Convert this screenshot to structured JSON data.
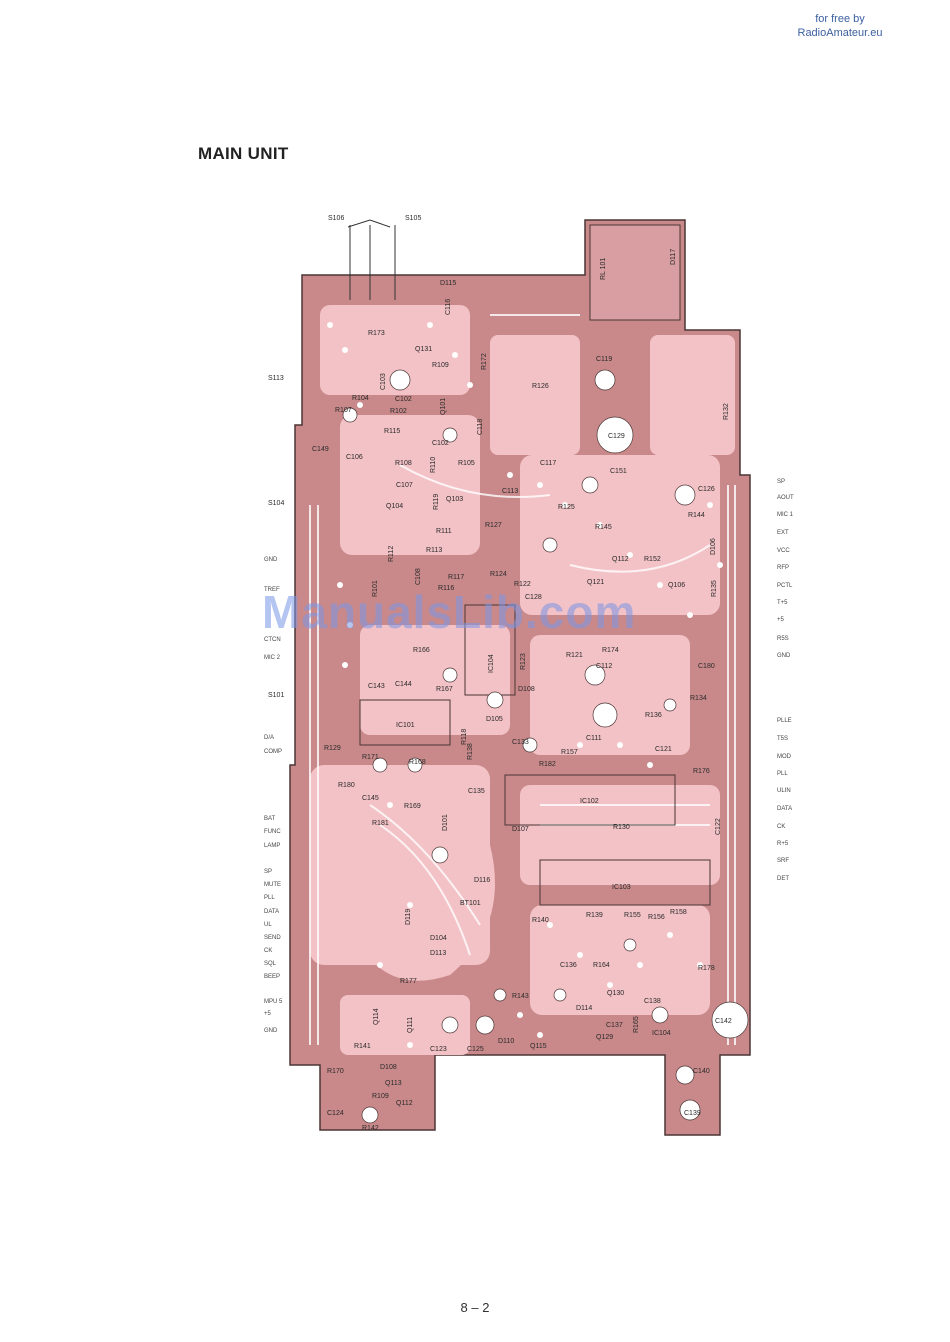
{
  "watermark": {
    "line1": "for free by",
    "line2": "RadioAmateur.eu"
  },
  "title": "MAIN UNIT",
  "site_mark": "ManualsLib.com",
  "page_number": "8 – 2",
  "colors": {
    "board": "#c9898a",
    "copper": "#f3c2c6",
    "pad": "#ffffff",
    "outline": "#4a3535"
  },
  "switches": {
    "s106": "S106",
    "s105": "S105",
    "s113": "S113",
    "s104": "S104",
    "s101": "S101"
  },
  "left_edge_labels": {
    "gnd1": "GND",
    "tref": "TREF",
    "ctcn": "CTCN",
    "mic2": "MIC 2",
    "da": "D/A",
    "comp": "COMP",
    "bat": "BAT",
    "func": "FUNC",
    "lamp": "LAMP",
    "sp": "SP",
    "mute": "MUTE",
    "pll": "PLL",
    "data": "DATA",
    "ul": "UL",
    "send": "SEND",
    "ck": "CK",
    "sql": "SQL",
    "beep": "BEEP",
    "mpu5": "MPU 5",
    "plus5": "+5",
    "gnd2": "GND"
  },
  "right_edge_labels": {
    "sp": "SP",
    "aout": "AOUT",
    "mic1": "MIC 1",
    "ext": "EXT",
    "vcc": "VCC",
    "rfp": "RFP",
    "pctl": "PCTL",
    "t5": "T+5",
    "plus5": "+5",
    "r5s": "R5S",
    "gnd": "GND",
    "plle": "PLLE",
    "t5s": "T5S",
    "mod": "MOD",
    "pll": "PLL",
    "ulin": "ULIN",
    "data": "DATA",
    "ck": "CK",
    "r5": "R+5",
    "srf": "SRF",
    "det": "DET"
  },
  "components": {
    "rl101": "RL 101",
    "d117": "D117",
    "d115": "D115",
    "c116": "C116",
    "r173": "R173",
    "q131": "Q131",
    "r109": "R109",
    "r172": "R172",
    "r126": "R126",
    "c119": "C119",
    "r132": "R132",
    "c103": "C103",
    "r104": "R104",
    "c102": "C102",
    "r107": "R107",
    "r102": "R102",
    "q101": "Q101",
    "r115": "R115",
    "c149": "C149",
    "c106": "C106",
    "c102b": "C102",
    "c118": "C118",
    "c129": "C129",
    "r108": "R108",
    "r110": "R110",
    "r105": "R105",
    "c117": "C117",
    "c107": "C107",
    "c151": "C151",
    "c126": "C126",
    "q104": "Q104",
    "r119": "R119",
    "q103": "Q103",
    "c113": "C113",
    "r127": "R127",
    "r125": "R125",
    "r144": "R144",
    "r111": "R111",
    "r145": "R145",
    "r112": "R112",
    "r113": "R113",
    "d106": "D106",
    "r124": "R124",
    "q112": "Q112",
    "r152": "R152",
    "r101": "R101",
    "c108": "C108",
    "r116": "R116",
    "r117": "R117",
    "r122": "R122",
    "c128": "C128",
    "q121": "Q121",
    "q106": "Q106",
    "r135": "R135",
    "r166": "R166",
    "ic104": "IC104",
    "r123": "R123",
    "r121": "R121",
    "c112": "C112",
    "r174": "R174",
    "c180": "C180",
    "c143": "C143",
    "c144": "C144",
    "r167": "R167",
    "d108": "D108",
    "ic101": "IC101",
    "d105": "D105",
    "r134": "R134",
    "r136": "R136",
    "c111": "C111",
    "c121": "C121",
    "r129": "R129",
    "r171": "R171",
    "r118": "R118",
    "r138": "R138",
    "c133": "C133",
    "r157": "R157",
    "r182": "R182",
    "r176": "R176",
    "r168": "R168",
    "r180": "R180",
    "c145": "C145",
    "c135": "C135",
    "ic102": "IC102",
    "r169": "R169",
    "r181": "R181",
    "d101": "D101",
    "d107": "D107",
    "r130": "R130",
    "c122": "C122",
    "d116": "D116",
    "ic103": "IC103",
    "d119": "D119",
    "bt101": "BT101",
    "r140": "R140",
    "r139": "R139",
    "r155": "R155",
    "r156": "R156",
    "r158": "R158",
    "d104": "D104",
    "d113": "D113",
    "c136": "C136",
    "r164": "R164",
    "r178": "R178",
    "r177": "R177",
    "q130": "Q130",
    "c138": "C138",
    "r143": "R143",
    "q114": "Q114",
    "d114": "D114",
    "q111": "Q111",
    "c137": "C137",
    "r165": "R165",
    "ic104b": "IC104",
    "c142": "C142",
    "r141": "R141",
    "c123": "C123",
    "c125": "C125",
    "d110": "D110",
    "q115": "Q115",
    "q129": "Q129",
    "d108b": "D108",
    "c140": "C140",
    "r170": "R170",
    "q113": "Q113",
    "r109b": "R109",
    "q112b": "Q112",
    "c124": "C124",
    "c139": "C139",
    "r142": "R142"
  }
}
